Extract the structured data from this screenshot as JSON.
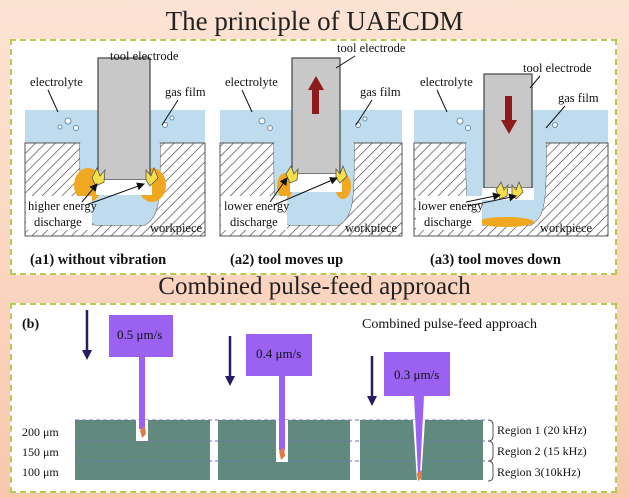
{
  "titles": {
    "principle": "The principle of UAECDM",
    "approach": "Combined pulse-feed approach"
  },
  "panels": [
    {
      "tool_label": "tool electrode",
      "electrolyte": "electrolyte",
      "gas": "gas film",
      "discharge": "higher energy discharge",
      "discharge_l1": "higher energy",
      "discharge_l2": "discharge",
      "workpiece": "workpiece",
      "caption": "(a1) without vibration",
      "motion": "none"
    },
    {
      "tool_label": "tool electrode",
      "electrolyte": "electrolyte",
      "gas": "gas film",
      "discharge": "lower energy discharge",
      "discharge_l1": "lower energy",
      "discharge_l2": "discharge",
      "workpiece": "workpiece",
      "caption": "(a2) tool moves up",
      "motion": "up"
    },
    {
      "tool_label": "tool electrode",
      "electrolyte": "electrolyte",
      "gas": "gas film",
      "discharge": "lower energy discharge",
      "discharge_l1": "lower energy",
      "discharge_l2": "discharge",
      "workpiece": "workpiece",
      "caption": "(a3) tool  moves down",
      "motion": "down"
    }
  ],
  "pulse": {
    "label": "(b)",
    "inner_title": "Combined pulse-feed approach",
    "feeds": [
      "0.5 μm/s",
      "0.4 μm/s",
      "0.3 μm/s"
    ],
    "depths": [
      "200 μm",
      "150 μm",
      "100 μm"
    ],
    "regions": [
      "Region 1 (20 kHz)",
      "Region 2 (15 kHz)",
      "Region 3(10kHz)"
    ]
  },
  "colors": {
    "electrolyte": "#bfdbee",
    "tool": "#c8c8c8",
    "discharge": "#f0a820",
    "arrow": "#8e1b1b",
    "feed_block": "#9b62f2",
    "workpiece": "#5f8a7d",
    "feed_arrow": "#2a1a66",
    "frame": "#b9c94d"
  }
}
